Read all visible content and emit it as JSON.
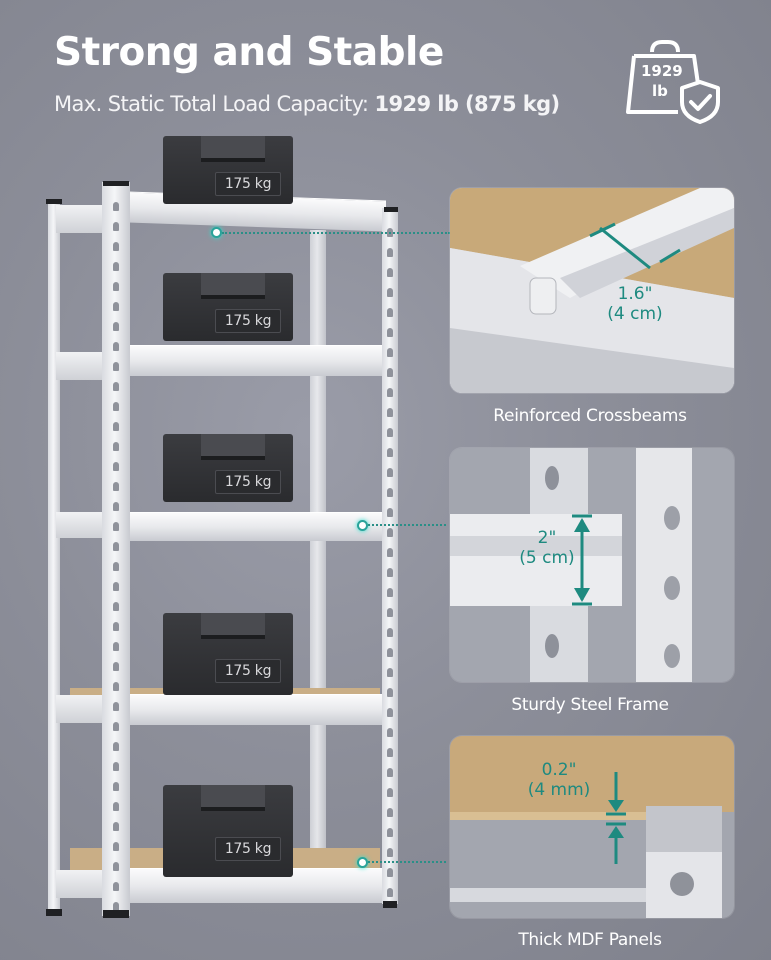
{
  "header": {
    "title": "Strong and Stable",
    "subtitle_prefix": "Max. Static Total Load Capacity: ",
    "subtitle_value": "1929 lb (875 kg)"
  },
  "badge": {
    "icon": "weight-bag-shield-check-icon",
    "line1": "1929",
    "line2": "lb"
  },
  "shelf": {
    "tiers": 5,
    "weights": [
      {
        "label": "175 kg"
      },
      {
        "label": "175 kg"
      },
      {
        "label": "175 kg"
      },
      {
        "label": "175 kg"
      },
      {
        "label": "175 kg"
      }
    ]
  },
  "features": [
    {
      "caption": "Reinforced Crossbeams",
      "dimension_imperial": "1.6\"",
      "dimension_metric": "(4 cm)"
    },
    {
      "caption": "Sturdy Steel Frame",
      "dimension_imperial": "2\"",
      "dimension_metric": "(5 cm)"
    },
    {
      "caption": "Thick MDF Panels",
      "dimension_imperial": "0.2\"",
      "dimension_metric": "(4 mm)"
    }
  ],
  "colors": {
    "accent": "#1e8a80",
    "background": "#8c8e99",
    "mdf": "#c9ae86"
  }
}
